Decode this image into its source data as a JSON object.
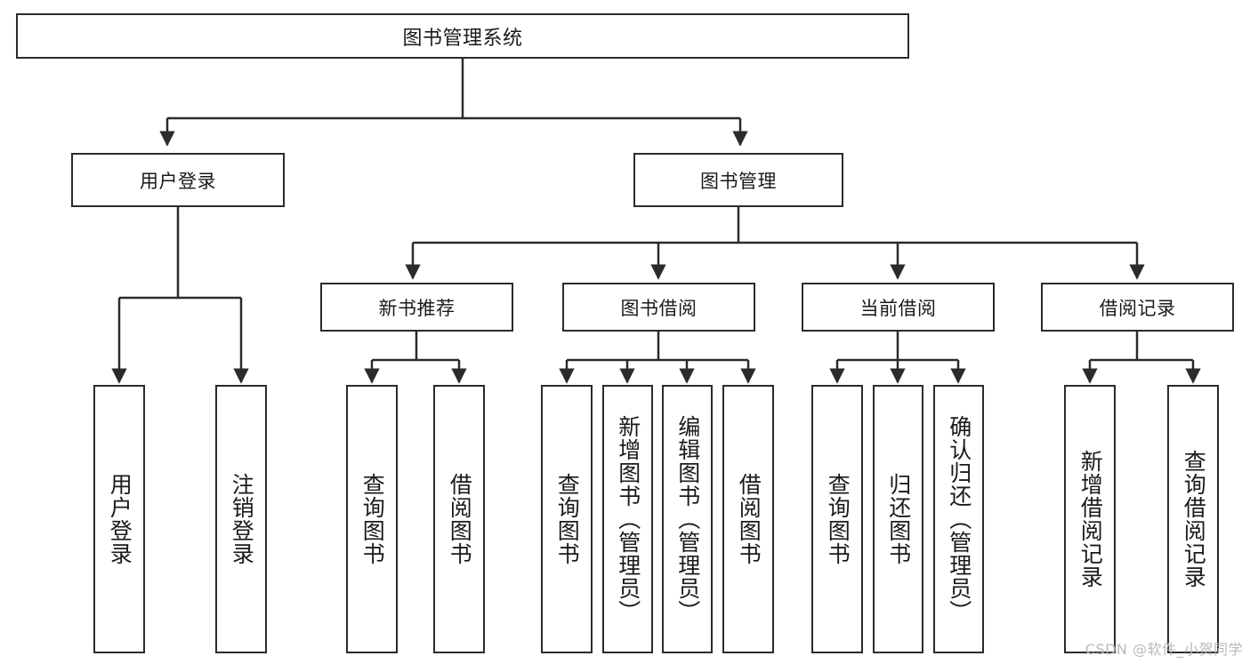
{
  "diagram": {
    "title": "图书管理系统",
    "type": "hierarchy-tree",
    "orientation": "top-down",
    "levels": 4,
    "colors": {
      "stroke": "#2b2b2b",
      "fill": "#ffffff",
      "text": "#1a1a1a",
      "watermark": "#b9b9b9"
    }
  },
  "root": {
    "label": "图书管理系统"
  },
  "level2": [
    {
      "id": "user-login",
      "label": "用户登录"
    },
    {
      "id": "book-manage",
      "label": "图书管理"
    }
  ],
  "level3": [
    {
      "id": "new-book-recommend",
      "label": "新书推荐"
    },
    {
      "id": "book-borrow",
      "label": "图书借阅"
    },
    {
      "id": "current-borrow",
      "label": "当前借阅"
    },
    {
      "id": "borrow-record",
      "label": "借阅记录"
    }
  ],
  "leaves": {
    "user_login": [
      {
        "id": "leaf-user-login",
        "label": "用户登录"
      },
      {
        "id": "leaf-logout-login",
        "label": "注销登录"
      }
    ],
    "new_book_recommend": [
      {
        "id": "leaf-query-book-1",
        "label": "查询图书"
      },
      {
        "id": "leaf-borrow-book-1",
        "label": "借阅图书"
      }
    ],
    "book_borrow": [
      {
        "id": "leaf-query-book-2",
        "label": "查询图书"
      },
      {
        "id": "leaf-add-book",
        "label": "新增图书（管理员）"
      },
      {
        "id": "leaf-edit-book",
        "label": "编辑图书（管理员）"
      },
      {
        "id": "leaf-borrow-book-2",
        "label": "借阅图书"
      }
    ],
    "current_borrow": [
      {
        "id": "leaf-query-book-3",
        "label": "查询图书"
      },
      {
        "id": "leaf-return-book",
        "label": "归还图书"
      },
      {
        "id": "leaf-confirm-return",
        "label": "确认归还（管理员）"
      }
    ],
    "borrow_record": [
      {
        "id": "leaf-add-record",
        "label": "新增借阅记录"
      },
      {
        "id": "leaf-query-record",
        "label": "查询借阅记录"
      }
    ]
  },
  "watermark": {
    "text": "CSDN @软件_小贺同学"
  }
}
